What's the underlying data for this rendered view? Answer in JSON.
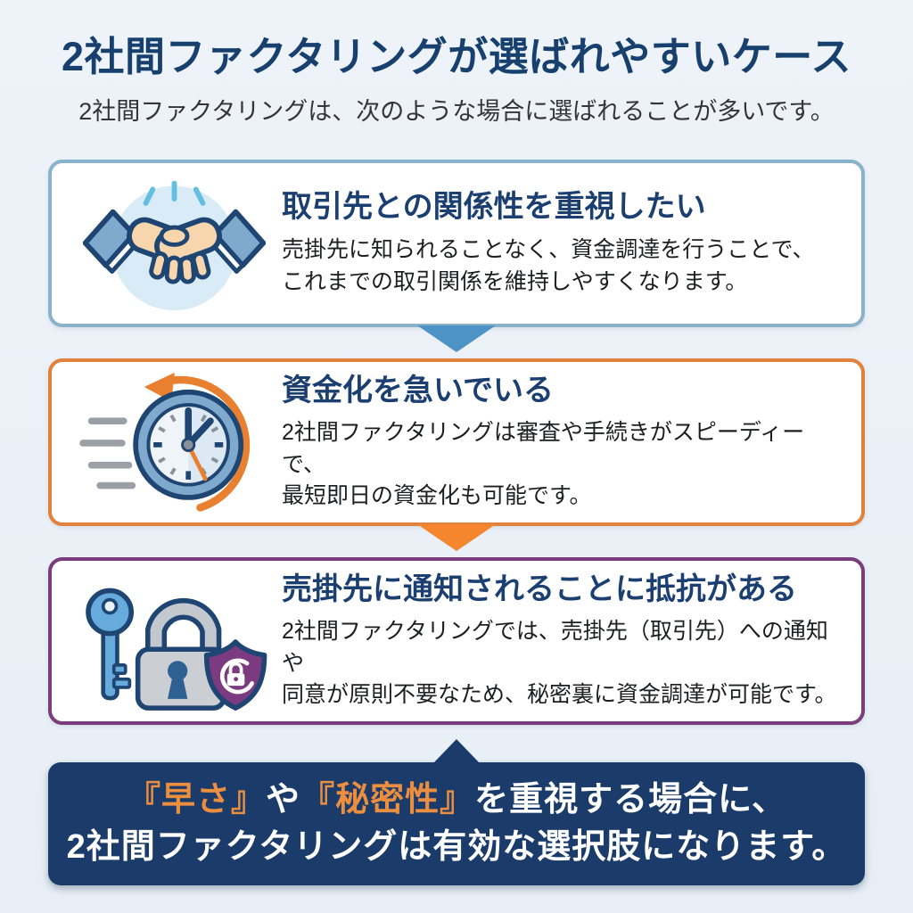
{
  "page": {
    "title": "2社間ファクタリングが選ばれやすいケース",
    "subtitle": "2社間ファクタリングは、次のような場合に選ばれることが多いです。"
  },
  "cards": [
    {
      "icon": "handshake-icon",
      "heading": "取引先との関係性を重視したい",
      "body_line1": "売掛先に知られることなく、資金調達を行うことで、",
      "body_line2": "これまでの取引関係を維持しやすくなります。",
      "accent_color": "#8AB2CB"
    },
    {
      "icon": "speed-clock-icon",
      "heading": "資金化を急いでいる",
      "body_line1": "2社間ファクタリングは審査や手続きがスピーディーで、",
      "body_line2": "最短即日の資金化も可能です。",
      "accent_color": "#E0823C"
    },
    {
      "icon": "key-lock-shield-icon",
      "heading": "売掛先に通知されることに抵抗がある",
      "body_line1": "2社間ファクタリングでは、売掛先（取引先）への通知や",
      "body_line2": "同意が原則不要なため、秘密裏に資金調達が可能です。",
      "accent_color": "#7B3C7C"
    }
  ],
  "conclusion": {
    "highlight1": "『早さ』",
    "connector": "や",
    "highlight2": "『秘密性』",
    "rest_line1": "を重視する場合に、",
    "line2": "2社間ファクタリングは有効な選択肢になります。",
    "highlight_color": "#EB8E3F",
    "background_color": "#1B3C6A"
  },
  "colors": {
    "page_background": "#EBF1F7",
    "title_text": "#17406E",
    "heading_text": "#1C3F72",
    "body_text": "#1D1E20",
    "card1_border": "#8AB2CB",
    "card2_border": "#E0823C",
    "card3_border": "#7B3C7C",
    "arrow_blue": "#4E93C6",
    "arrow_orange": "#F5862D",
    "banner_background": "#1B3C6A"
  }
}
